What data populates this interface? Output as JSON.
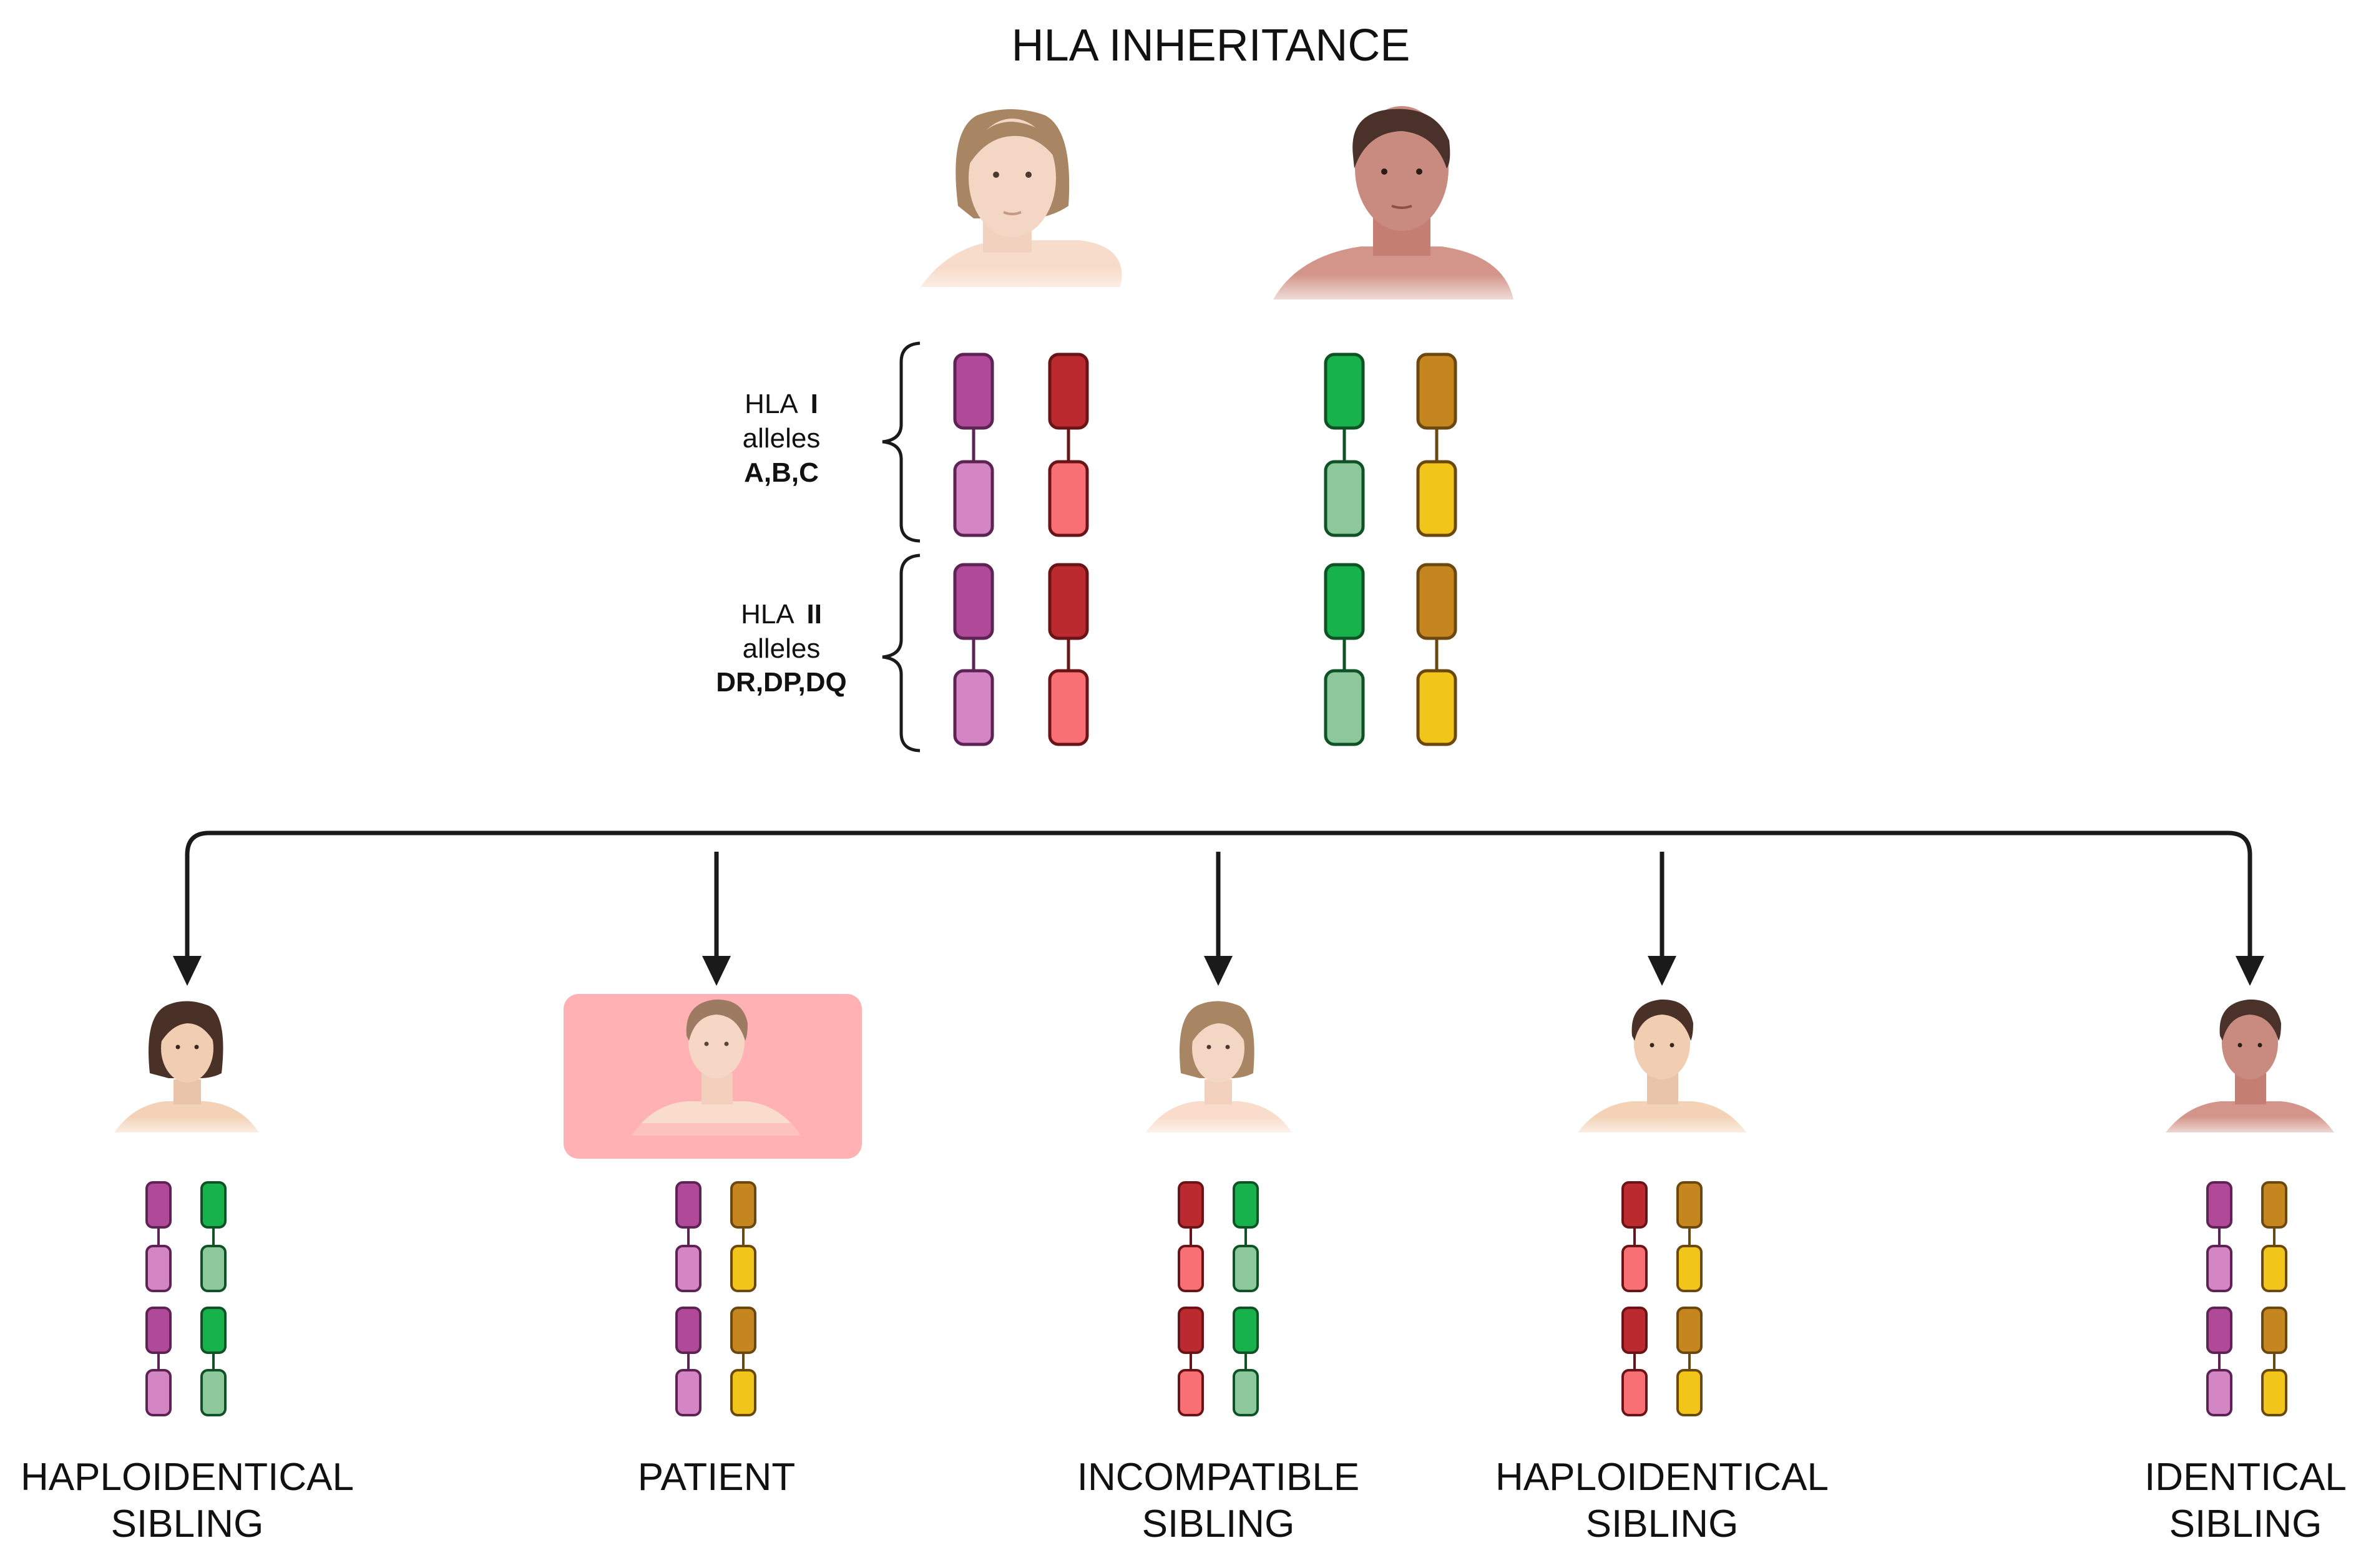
{
  "title": "HLA INHERITANCE",
  "brackets": {
    "class_one": {
      "line1_plain": "HLA",
      "line1_bold": "I",
      "line2": "alleles",
      "line3": "A,B,C"
    },
    "class_two": {
      "line1_plain": "HLA",
      "line1_bold": "II",
      "line2": "alleles",
      "line3": "DR,DP,DQ"
    }
  },
  "colors": {
    "purple_dark": "#B04A98",
    "purple_light": "#D486C4",
    "purple_stroke": "#5E2355",
    "red_dark": "#BB2A2E",
    "red_light": "#F87074",
    "red_stroke": "#6A1417",
    "green_dark": "#18B24D",
    "green_light": "#8DC89C",
    "green_stroke": "#0E5225",
    "gold_dark": "#C6861F",
    "gold_light": "#F2C51A",
    "gold_stroke": "#6B4810",
    "patient_highlight": "#FFB1B4",
    "arrow": "#1A1A1A"
  },
  "parents": [
    {
      "name": "mother",
      "icon": "woman-icon",
      "haplotypes": [
        "purple",
        "red"
      ]
    },
    {
      "name": "father",
      "icon": "man-icon",
      "haplotypes": [
        "green",
        "gold"
      ]
    }
  ],
  "children": [
    {
      "label1": "HAPLOIDENTICAL",
      "label2": "SIBLING",
      "icon": "girl-dark-hair-icon",
      "haplotypes": [
        "purple",
        "green"
      ],
      "highlighted": false
    },
    {
      "label1": "PATIENT",
      "label2": "",
      "icon": "boy-light-hair-icon",
      "haplotypes": [
        "purple",
        "gold"
      ],
      "highlighted": true
    },
    {
      "label1": "INCOMPATIBLE",
      "label2": "SIBLING",
      "icon": "girl-light-hair-icon",
      "haplotypes": [
        "red",
        "green"
      ],
      "highlighted": false
    },
    {
      "label1": "HAPLOIDENTICAL",
      "label2": "SIBLING",
      "icon": "boy-dark-hair-icon",
      "haplotypes": [
        "red",
        "gold"
      ],
      "highlighted": false
    },
    {
      "label1": "IDENTICAL",
      "label2": "SIBLING",
      "icon": "boy-tan-skin-icon",
      "haplotypes": [
        "purple",
        "gold"
      ],
      "highlighted": false
    }
  ]
}
